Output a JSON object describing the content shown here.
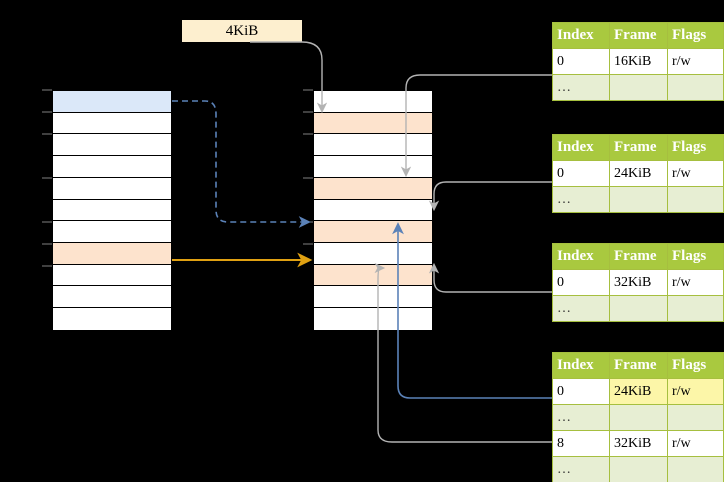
{
  "diagram": {
    "title": "page-table-walk-diagram",
    "label_box": {
      "text": "4KiB"
    },
    "colors": {
      "header_green": "#a9c93f",
      "row_dim_green": "#e7eed3",
      "highlight_yellow": "#fcf6a8",
      "peach": "#fde3cd",
      "blue": "#dbe8f9",
      "orange_arrow": "#e0a112",
      "blue_arrow": "#5b82b8",
      "gray_arrow": "#b3b3b3",
      "label_box_bg": "#fdefcf"
    },
    "left_column": {
      "name": "virtual-address-space",
      "row_count": 11,
      "rows": [
        {
          "fill": "blue"
        },
        {
          "fill": "white"
        },
        {
          "fill": "white"
        },
        {
          "fill": "white"
        },
        {
          "fill": "white"
        },
        {
          "fill": "white"
        },
        {
          "fill": "white"
        },
        {
          "fill": "peach"
        },
        {
          "fill": "white"
        },
        {
          "fill": "white"
        },
        {
          "fill": "white"
        }
      ]
    },
    "middle_column": {
      "name": "physical-memory",
      "row_count": 11,
      "rows": [
        {
          "fill": "white"
        },
        {
          "fill": "peach"
        },
        {
          "fill": "white"
        },
        {
          "fill": "white"
        },
        {
          "fill": "peach"
        },
        {
          "fill": "white"
        },
        {
          "fill": "peach"
        },
        {
          "fill": "white"
        },
        {
          "fill": "peach"
        },
        {
          "fill": "white"
        },
        {
          "fill": "white"
        }
      ]
    },
    "tables": [
      {
        "name": "page-table-level-0",
        "headers": [
          "Index",
          "Frame",
          "Flags"
        ],
        "rows": [
          {
            "cells": [
              "0",
              "16KiB",
              "r/w"
            ],
            "dim": false,
            "highlight": []
          },
          {
            "cells": [
              "…",
              "",
              ""
            ],
            "dim": true,
            "highlight": []
          }
        ]
      },
      {
        "name": "page-table-level-1",
        "headers": [
          "Index",
          "Frame",
          "Flags"
        ],
        "rows": [
          {
            "cells": [
              "0",
              "24KiB",
              "r/w"
            ],
            "dim": false,
            "highlight": []
          },
          {
            "cells": [
              "…",
              "",
              ""
            ],
            "dim": true,
            "highlight": []
          }
        ]
      },
      {
        "name": "page-table-level-2",
        "headers": [
          "Index",
          "Frame",
          "Flags"
        ],
        "rows": [
          {
            "cells": [
              "0",
              "32KiB",
              "r/w"
            ],
            "dim": false,
            "highlight": []
          },
          {
            "cells": [
              "…",
              "",
              ""
            ],
            "dim": true,
            "highlight": []
          }
        ]
      },
      {
        "name": "page-table-level-3",
        "headers": [
          "Index",
          "Frame",
          "Flags"
        ],
        "rows": [
          {
            "cells": [
              "0",
              "24KiB",
              "r/w"
            ],
            "dim": false,
            "highlight": [
              1,
              2
            ]
          },
          {
            "cells": [
              "…",
              "",
              ""
            ],
            "dim": true,
            "highlight": []
          },
          {
            "cells": [
              "8",
              "32KiB",
              "r/w"
            ],
            "dim": false,
            "highlight": []
          },
          {
            "cells": [
              "…",
              "",
              ""
            ],
            "dim": true,
            "highlight": []
          }
        ]
      }
    ]
  }
}
